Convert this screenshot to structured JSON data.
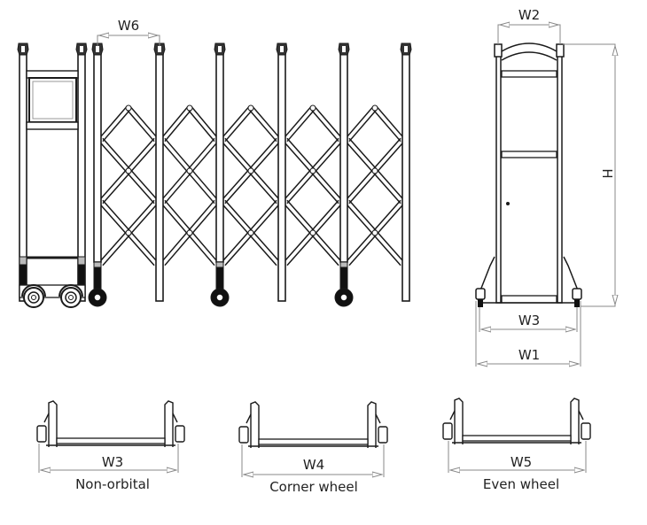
{
  "diagram": {
    "subject": "Retractable folding scissor gate - dimension drawing",
    "colors": {
      "line": "#1a1a1a",
      "dim_line": "#888888",
      "background": "#ffffff"
    },
    "front_view": {
      "dimension_labels": {
        "post_spacing": "W6"
      },
      "wheel_posts": 3,
      "lattice_bays": 5
    },
    "side_view": {
      "dimension_labels": {
        "top_width": "W2",
        "height": "H",
        "wheel_width": "W3",
        "base_width": "W1"
      }
    },
    "base_variants": [
      {
        "dimension_label": "W3",
        "caption": "Non-orbital"
      },
      {
        "dimension_label": "W4",
        "caption": "Corner wheel"
      },
      {
        "dimension_label": "W5",
        "caption": "Even wheel"
      }
    ]
  }
}
